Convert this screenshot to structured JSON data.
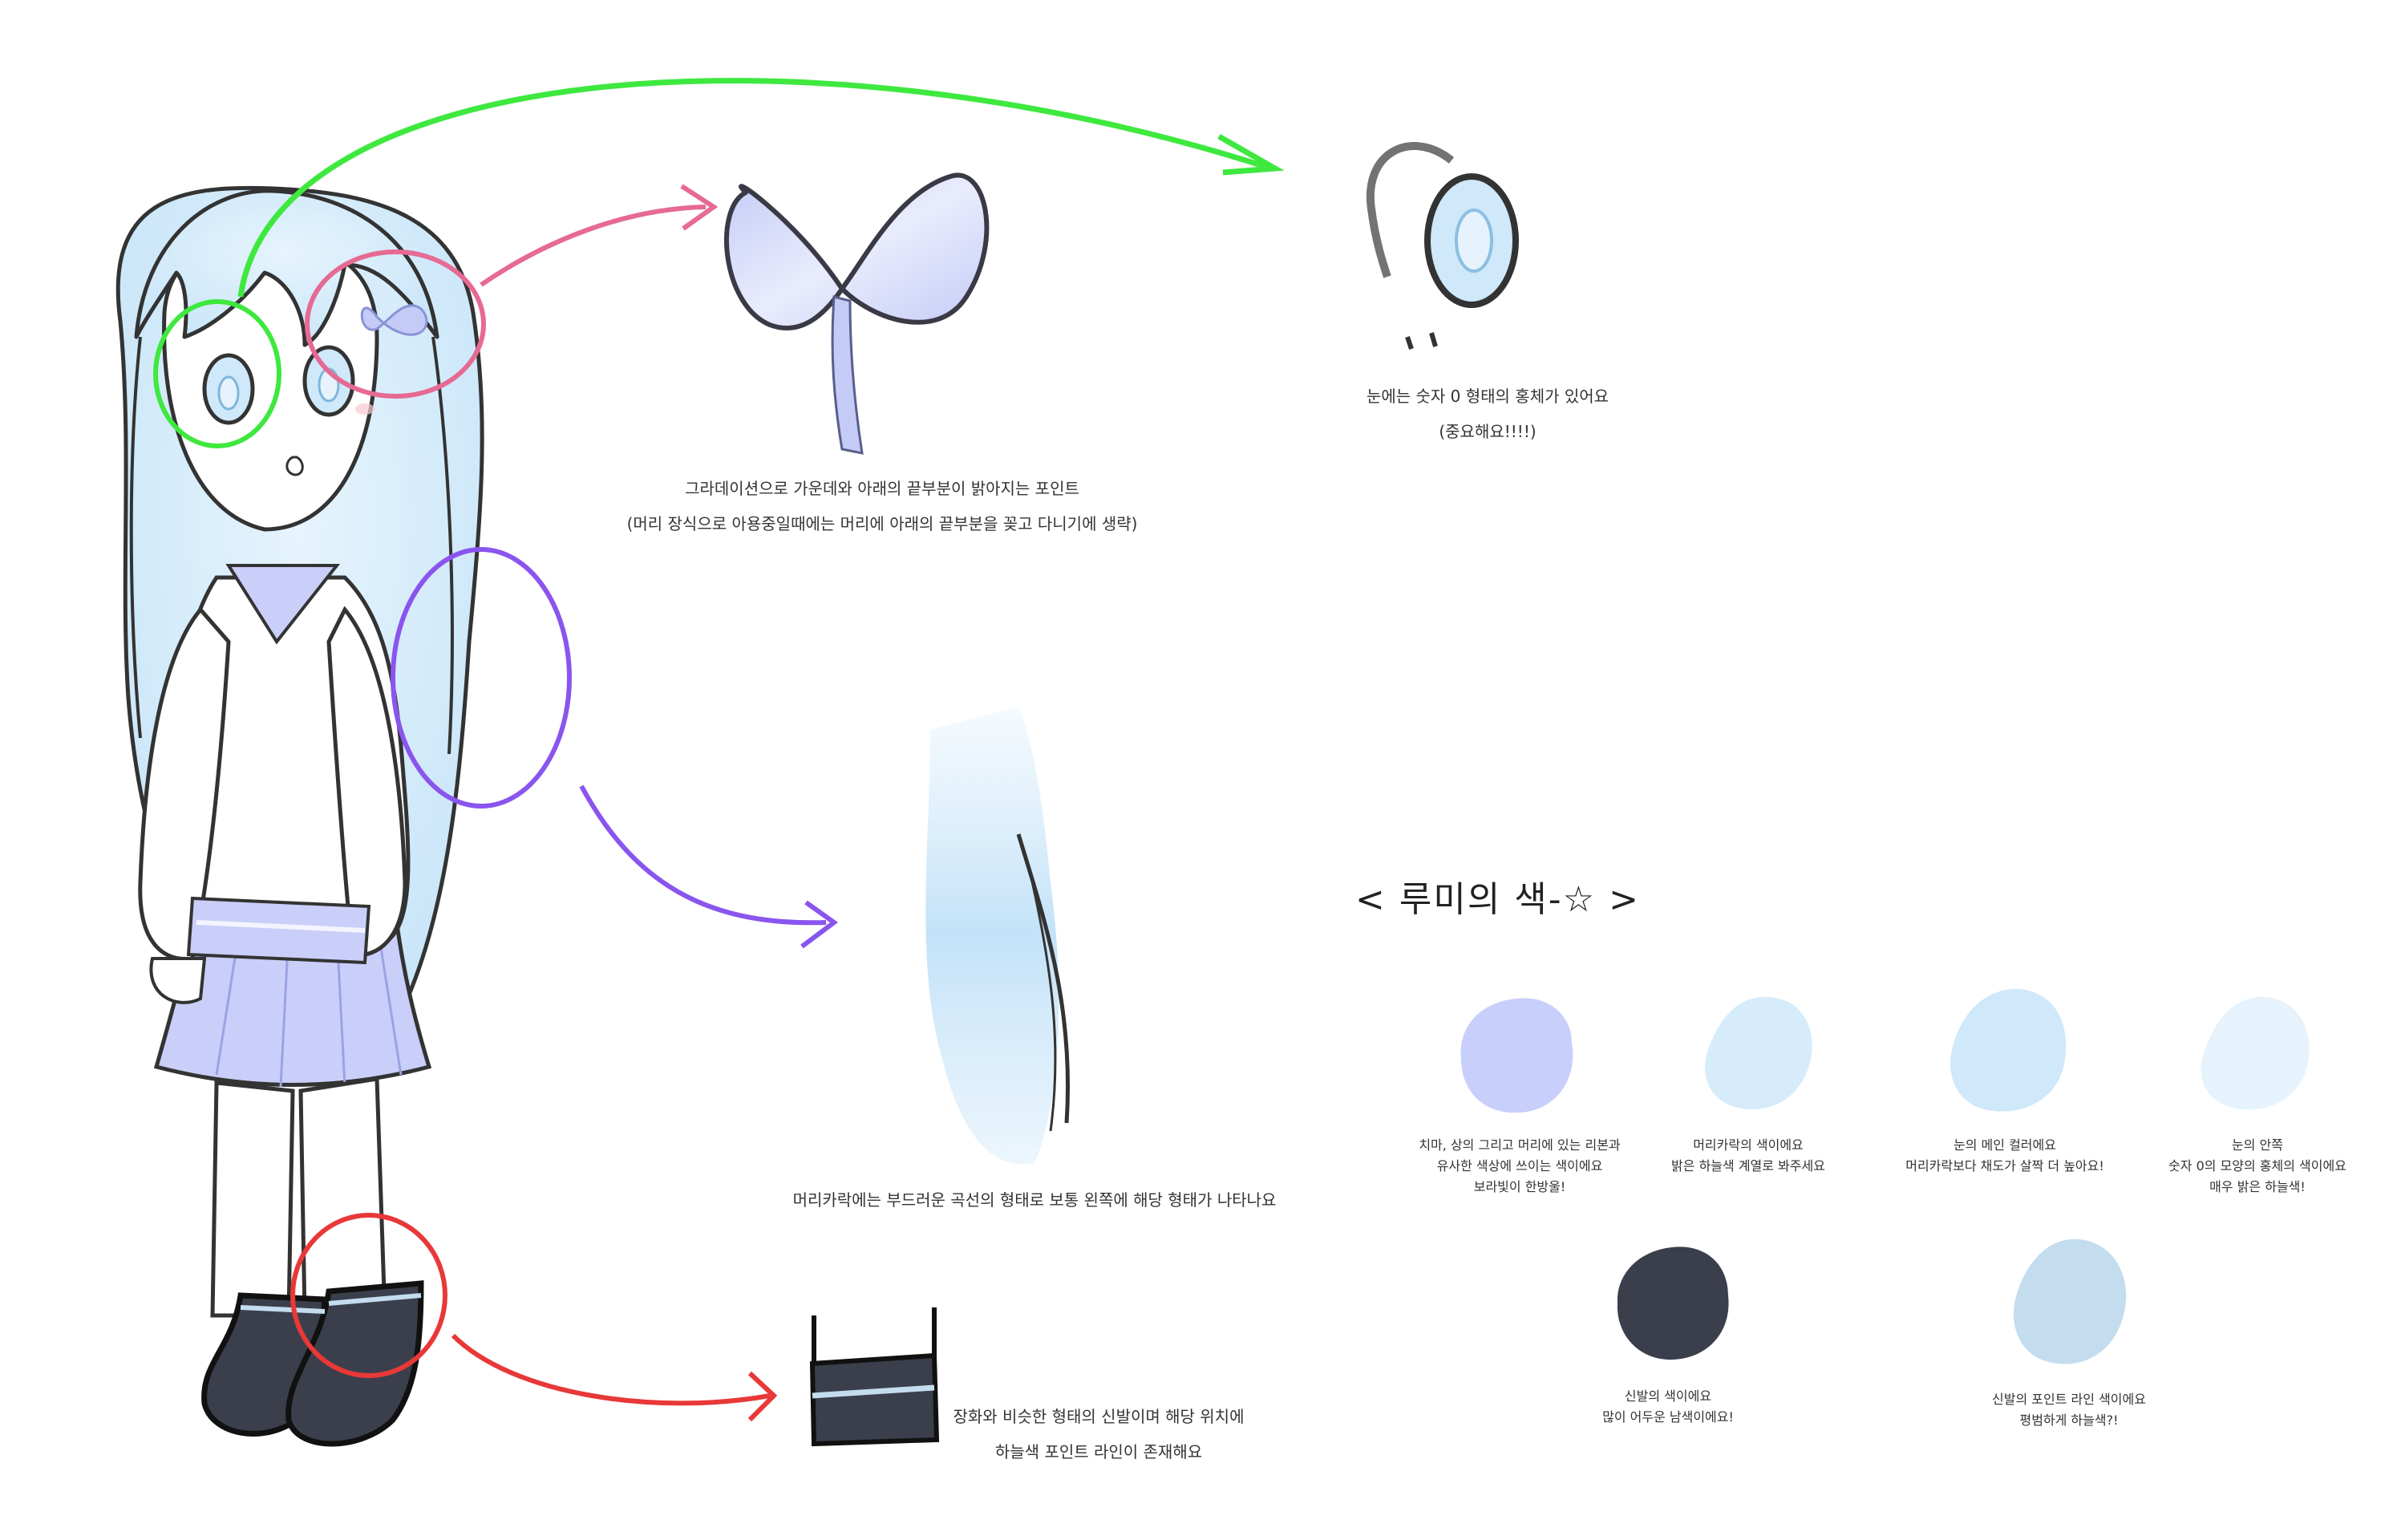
{
  "notes": {
    "ribbon": [
      "그라데이션으로 가운데와 아래의 끝부분이 밝아지는 포인트",
      "(머리 장식으로 아용중일때에는 머리에 아래의 끝부분을 꽂고 다니기에 생략)"
    ],
    "eye": [
      "눈에는 숫자 0 형태의 홍체가 있어요",
      "(중요해요!!!!)"
    ],
    "hair": "머리카락에는 부드러운 곡선의 형태로 보통 왼쪽에 해당 형태가 나타나요",
    "sock": [
      "장화와 비슷한 형태의 신발이며 해당 위치에",
      "하늘색 포인트 라인이 존재해요"
    ]
  },
  "palette": {
    "title": "< 루미의 색-☆ >",
    "swatches": [
      {
        "color": "#c8cffb",
        "lines": [
          "치마, 상의 그리고 머리에 있는 리본과",
          "유사한 색상에 쓰이는 색이에요",
          "보라빛이 한방울!"
        ]
      },
      {
        "color": "#d7ecfb",
        "lines": [
          "머리카락의 색이에요",
          "밝은 하늘색 계열로 봐주세요"
        ]
      },
      {
        "color": "#cfe8fa",
        "lines": [
          "눈의 메인 컬러에요",
          "머리카락보다 채도가 살짝 더 높아요!"
        ]
      },
      {
        "color": "#e6f3fc",
        "lines": [
          "눈의 안쪽",
          "숫자 0의 모양의 홍체의 색이에요",
          "매우 밝은 하늘색!"
        ]
      },
      {
        "color": "#3b3f4c",
        "lines": [
          "신발의 색이에요",
          "많이 어두운 남색이에요!"
        ]
      },
      {
        "color": "#c3ddef",
        "lines": [
          "신발의 포인트 라인 색이에요",
          "평범하게 하늘색?!"
        ]
      }
    ]
  }
}
